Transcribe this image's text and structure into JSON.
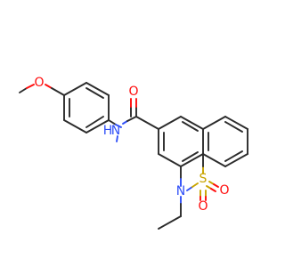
{
  "atoms": {
    "methoxy_O": "O",
    "carbonyl_O": "O",
    "amide_N": "N",
    "amide_H": "H",
    "ring_N": "N",
    "S": "S",
    "sulfonyl_O1": "O",
    "sulfonyl_O2": "O"
  },
  "colors": {
    "carbon_bond": "#2b2b2b",
    "oxygen": "#ff0d0d",
    "nitrogen": "#3050f8",
    "sulfur": "#c8a400"
  }
}
